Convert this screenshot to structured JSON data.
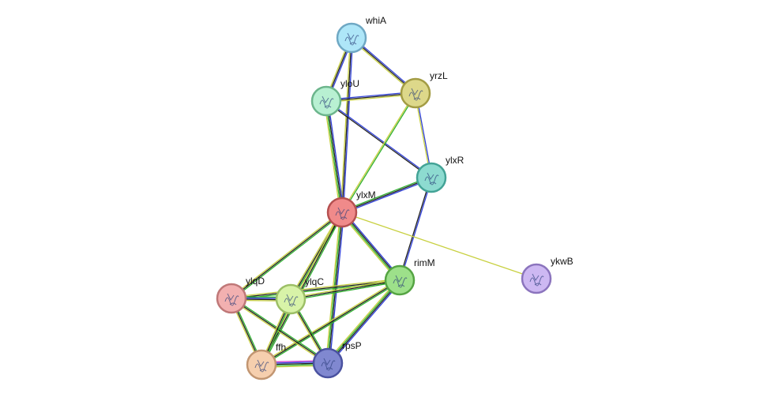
{
  "network": {
    "nodes": [
      {
        "id": "whiA",
        "label": "whiA",
        "color": "#aee6f8",
        "stroke": "#6fa8c4"
      },
      {
        "id": "ylxM",
        "label": "ylxM",
        "color": "#f08a8a",
        "stroke": "#b55050"
      },
      {
        "id": "yloU",
        "label": "yloU",
        "color": "#b8f0d2",
        "stroke": "#6cb58c"
      },
      {
        "id": "yrzL",
        "label": "yrzL",
        "color": "#ddd88a",
        "stroke": "#a39c44"
      },
      {
        "id": "ylxR",
        "label": "ylxR",
        "color": "#8ddbd0",
        "stroke": "#43a396"
      },
      {
        "id": "rimM",
        "label": "rimM",
        "color": "#9de08a",
        "stroke": "#55a443"
      },
      {
        "id": "ykwB",
        "label": "ykwB",
        "color": "#cdb8f2",
        "stroke": "#8b74bd"
      },
      {
        "id": "ylqD",
        "label": "ylqD",
        "color": "#f2b0b0",
        "stroke": "#bf7878"
      },
      {
        "id": "ylqC",
        "label": "ylqC",
        "color": "#d8f3a8",
        "stroke": "#9cbf66"
      },
      {
        "id": "rpsP",
        "label": "rpsP",
        "color": "#8088d0",
        "stroke": "#4a52a0"
      },
      {
        "id": "ffh",
        "label": "ffh",
        "color": "#f6cfae",
        "stroke": "#c29672"
      }
    ],
    "edges": [
      {
        "a": "whiA",
        "b": "yloU",
        "colors": [
          "#3040d8",
          "#202020",
          "#c8d040"
        ]
      },
      {
        "a": "whiA",
        "b": "yrzL",
        "colors": [
          "#3040d8",
          "#202020",
          "#c8d040"
        ]
      },
      {
        "a": "whiA",
        "b": "ylxM",
        "colors": [
          "#3040d8",
          "#202020",
          "#c8d040"
        ]
      },
      {
        "a": "yloU",
        "b": "yrzL",
        "colors": [
          "#3040d8",
          "#202020",
          "#c8d040"
        ]
      },
      {
        "a": "yloU",
        "b": "ylxM",
        "colors": [
          "#3040d8",
          "#202020",
          "#30b030",
          "#c8d040"
        ]
      },
      {
        "a": "yloU",
        "b": "ylxR",
        "colors": [
          "#3040d8",
          "#202020"
        ]
      },
      {
        "a": "yrzL",
        "b": "ylxM",
        "colors": [
          "#30b030",
          "#c8d040"
        ]
      },
      {
        "a": "yrzL",
        "b": "ylxR",
        "colors": [
          "#3040d8",
          "#c8d040"
        ]
      },
      {
        "a": "ylxR",
        "b": "ylxM",
        "colors": [
          "#3040d8",
          "#202020",
          "#30b030"
        ]
      },
      {
        "a": "ylxR",
        "b": "rimM",
        "colors": [
          "#3040d8",
          "#202020"
        ]
      },
      {
        "a": "ylxM",
        "b": "ykwB",
        "colors": [
          "#c8d040"
        ]
      },
      {
        "a": "ylxM",
        "b": "rimM",
        "colors": [
          "#3040d8",
          "#202020",
          "#30b030",
          "#c8d040"
        ]
      },
      {
        "a": "ylxM",
        "b": "ylqD",
        "colors": [
          "#30b030",
          "#202020",
          "#c8d040"
        ]
      },
      {
        "a": "ylxM",
        "b": "ylqC",
        "colors": [
          "#30b030",
          "#202020",
          "#c8d040"
        ]
      },
      {
        "a": "ylxM",
        "b": "rpsP",
        "colors": [
          "#3040d8",
          "#202020",
          "#30b030",
          "#c8d040"
        ]
      },
      {
        "a": "ylxM",
        "b": "ffh",
        "colors": [
          "#30b030",
          "#202020",
          "#c8d040"
        ]
      },
      {
        "a": "rimM",
        "b": "ylqD",
        "colors": [
          "#30b030",
          "#202020",
          "#c8d040"
        ]
      },
      {
        "a": "rimM",
        "b": "ylqC",
        "colors": [
          "#30b030",
          "#202020",
          "#c8d040"
        ]
      },
      {
        "a": "rimM",
        "b": "rpsP",
        "colors": [
          "#3040d8",
          "#202020",
          "#30b030",
          "#c8d040"
        ]
      },
      {
        "a": "rimM",
        "b": "ffh",
        "colors": [
          "#30b030",
          "#202020",
          "#c8d040"
        ]
      },
      {
        "a": "ylqD",
        "b": "ylqC",
        "colors": [
          "#30b030",
          "#3040d8",
          "#202020",
          "#c8d040"
        ]
      },
      {
        "a": "ylqD",
        "b": "ffh",
        "colors": [
          "#30b030",
          "#202020",
          "#c8d040"
        ]
      },
      {
        "a": "ylqD",
        "b": "rpsP",
        "colors": [
          "#30b030",
          "#202020",
          "#c8d040"
        ]
      },
      {
        "a": "ylqC",
        "b": "ffh",
        "colors": [
          "#30b030",
          "#202020",
          "#c8d040"
        ]
      },
      {
        "a": "ylqC",
        "b": "rpsP",
        "colors": [
          "#30b030",
          "#202020",
          "#c8d040"
        ]
      },
      {
        "a": "ffh",
        "b": "rpsP",
        "colors": [
          "#d040d0",
          "#3040d8",
          "#202020",
          "#30b030",
          "#c8d040"
        ]
      }
    ]
  }
}
